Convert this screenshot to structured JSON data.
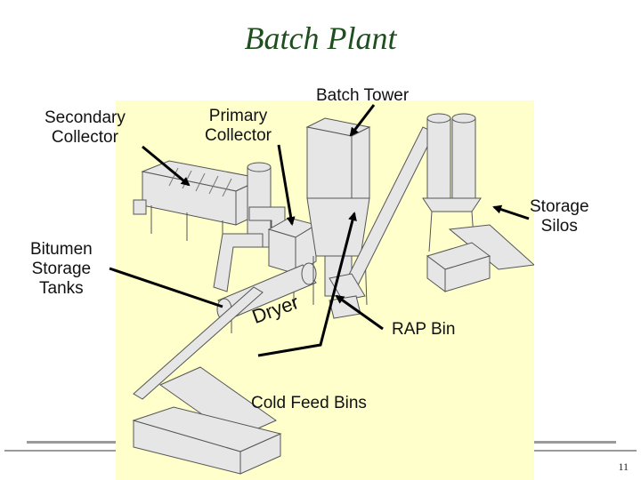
{
  "slide": {
    "title": "Batch Plant",
    "page_number": "11"
  },
  "labels": {
    "secondary_collector": [
      "Secondary",
      "Collector"
    ],
    "primary_collector": [
      "Primary",
      "Collector"
    ],
    "batch_tower": "Batch Tower",
    "storage_silos": [
      "Storage",
      "Silos"
    ],
    "bitumen_storage_tanks": [
      "Bitumen",
      "Storage",
      "Tanks"
    ],
    "dryer": "Dryer",
    "rap_bin": "RAP Bin",
    "cold_feed_bins": "Cold Feed Bins"
  },
  "colors": {
    "title": "#1f4e1f",
    "photo_background": "#ffffcc",
    "arrow": "#000000",
    "rule": "#9a9a9a"
  }
}
